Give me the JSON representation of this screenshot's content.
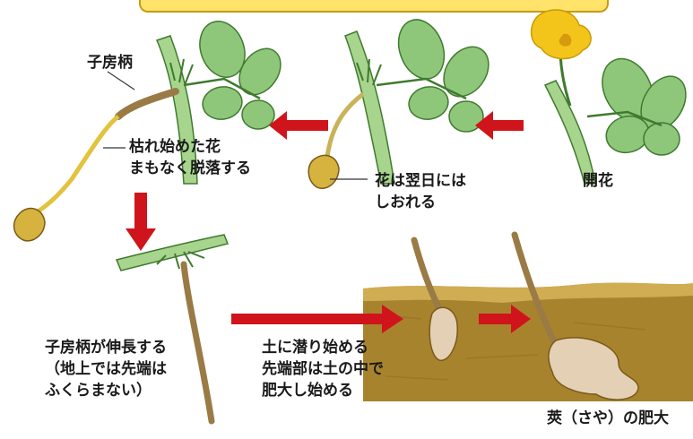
{
  "colors": {
    "arrow": "#d0141b",
    "leaf": "#8fc77a",
    "leaf_stroke": "#3f7a2e",
    "stem": "#a8d58e",
    "stalk": "#9a7a45",
    "flower": "#f3c51b",
    "soil": "#a8832e",
    "soil_top": "#d9b75c",
    "pod": "#e3d0b5"
  },
  "labels": {
    "gynophore": "子房柄",
    "wilting_1": "枯れ始めた花",
    "wilting_2": "まもなく脱落する",
    "withers_1": "花は翌日には",
    "withers_2": "しおれる",
    "bloom": "開花",
    "elongates_1": "子房柄が伸長する",
    "elongates_2": "（地上では先端は",
    "elongates_3": "ふくらまない）",
    "soil_1": "土に潜り始める",
    "soil_2": "先端部は土の中で",
    "soil_3": "肥大し始める",
    "pod": "莢（さや）の肥大"
  }
}
